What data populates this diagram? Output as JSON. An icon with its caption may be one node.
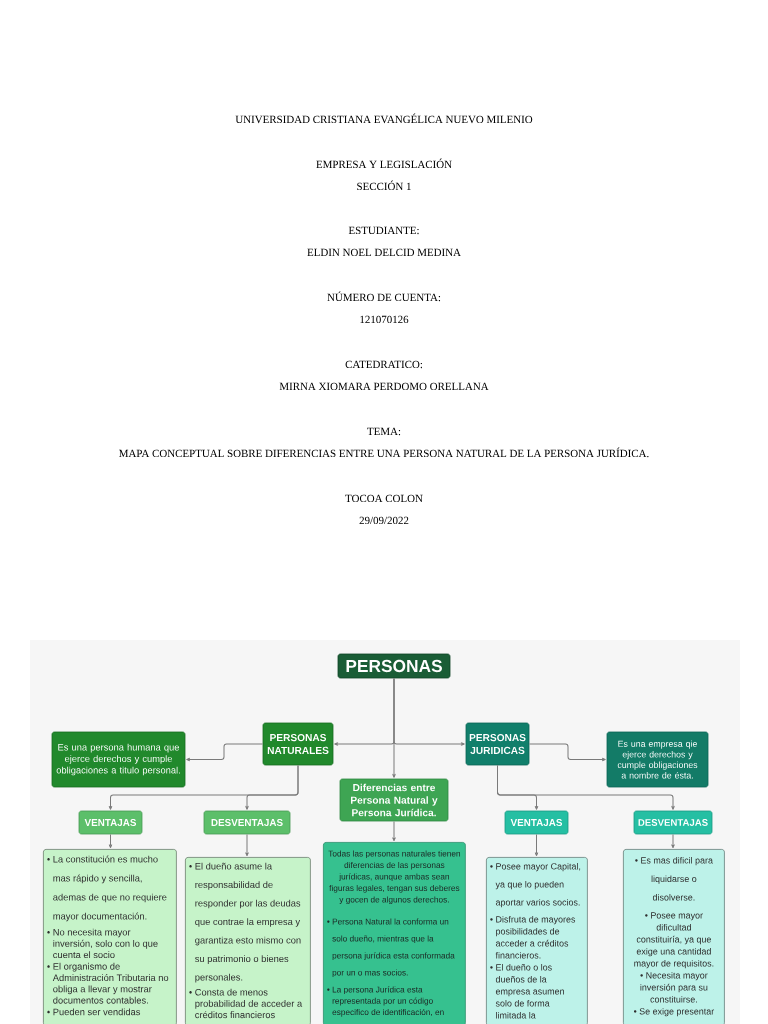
{
  "diagram": {
    "nodes": [
      {
        "text": [
          "PERSONAS"
        ]
      },
      {
        "text": [
          "Es una persona humana que ejerce derechos y cumple obligaciones a titulo personal."
        ]
      },
      {
        "text": [
          "PERSONAS NATURALES"
        ]
      },
      {
        "text": [
          "PERSONAS JURIDICAS"
        ]
      },
      {
        "text": [
          "Es una empresa qie ejerce derechos y cumple obligaciones a nombre de ésta."
        ]
      },
      {
        "text": [
          "Diferencias entre Persona Natural y Persona Jurídica."
        ]
      },
      {
        "text": [
          "VENTAJAS"
        ]
      },
      {
        "text": [
          "DESVENTAJAS"
        ]
      },
      {
        "text": [
          "VENTAJAS"
        ]
      },
      {
        "text": [
          "DESVENTAJAS"
        ]
      },
      {
        "text": [
          "• La constitución es mucho mas rápido y sencilla, ademas de que no requiere mayor documentación.",
          "• No necesita mayor inversión, solo con lo que cuenta el socio",
          "• El organismo de Administración Tributaria no obliga a llevar y mostrar documentos contables.",
          "• Pueden ser vendidas"
        ]
      },
      {
        "text": [
          "• El dueño asume la responsabilidad de responder por las deudas que contrae la empresa y garantiza esto mismo con su patrimonio o bienes personales.",
          "• Consta de menos probabilidad de acceder a créditos financieros"
        ]
      },
      {
        "text": [
          "Todas las personas naturales tienen diferencias de las personas jurídicas, aunque ambas sean figuras legales, tengan sus deberes y gocen de algunos derechos.",
          "• Persona Natural la conforma un solo dueño, mientras que la persona jurídica esta conformada por un o mas socios.",
          "• La persona Jurídica esta representada por un código especifico de identificación, en"
        ]
      },
      {
        "text": [
          "• Posee mayor Capital, ya que lo pueden aportar varios socios.",
          "• Disfruta de mayores posibilidades de acceder a créditos financieros.",
          "• El dueño o los dueños de la empresa asumen solo de forma limitada la"
        ]
      },
      {
        "text": [
          "• Es mas dificil para liquidarse o disolverse.",
          "• Posee mayor dificultad constituiría, ya que exige una cantidad mayor de requisitos.",
          "• Necesita mayor inversión para su constituirse.",
          "• Se exige presentar"
        ]
      }
    ],
    "edges": [
      {
        "from": 0,
        "to": 2,
        "arrow": "to"
      },
      {
        "from": 0,
        "to": 3,
        "arrow": "to"
      },
      {
        "from": 0,
        "to": 5,
        "arrow": "to"
      },
      {
        "from": 2,
        "to": 1,
        "arrow": "to"
      },
      {
        "from": 3,
        "to": 4,
        "arrow": "to"
      },
      {
        "from": 2,
        "to": 6,
        "arrow": "to"
      },
      {
        "from": 2,
        "to": 7,
        "arrow": "to"
      },
      {
        "from": 3,
        "to": 8,
        "arrow": "to"
      },
      {
        "from": 3,
        "to": 9,
        "arrow": "to"
      },
      {
        "from": 6,
        "to": 10,
        "arrow": "to"
      },
      {
        "from": 7,
        "to": 11,
        "arrow": "to"
      },
      {
        "from": 5,
        "to": 12,
        "arrow": "to"
      },
      {
        "from": 8,
        "to": 13,
        "arrow": "to"
      },
      {
        "from": 9,
        "to": 14,
        "arrow": "to"
      }
    ],
    "labels": [
      "UNIVERSIDAD CRISTIANA EVANGÉLICA NUEVO MILENIO",
      "EMPRESA Y LEGISLACIÓN",
      "SECCIÓN 1",
      "ESTUDIANTE:",
      "ELDIN NOEL DELCID MEDINA",
      "NÚMERO DE CUENTA:",
      "121070126",
      "CATEDRATICO:",
      "MIRNA XIOMARA PERDOMO ORELLANA",
      "TEMA:",
      "MAPA CONCEPTUAL SOBRE DIFERENCIAS ENTRE UNA PERSONA NATURAL DE LA PERSONA JURÍDICA.",
      "TOCOA COLON",
      "29/09/2022"
    ]
  }
}
